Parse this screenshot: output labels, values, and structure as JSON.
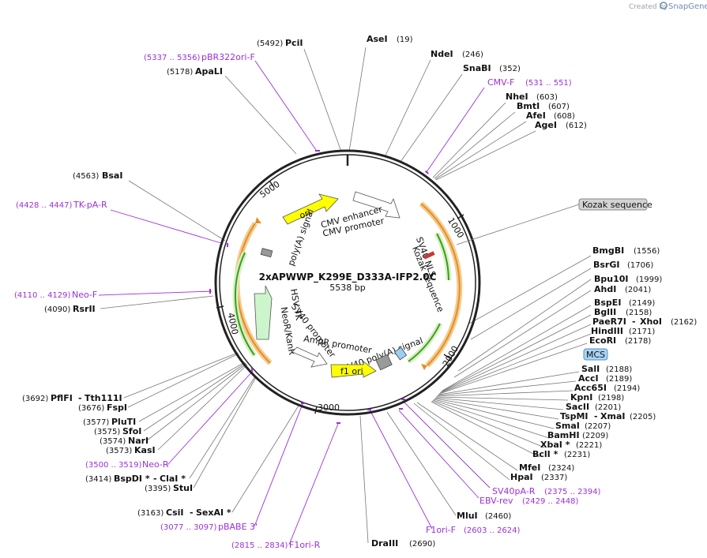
{
  "map": {
    "name": "2xAPWWP_K299E_D333A-IFP2.0C",
    "length": "5538 bp"
  },
  "credit": {
    "text": "Created by",
    "brand": "SnapGene"
  },
  "ticks": [
    "1000",
    "2000",
    "3000",
    "4000",
    "5000"
  ],
  "features": [
    {
      "key": "ori",
      "label": "ori"
    },
    {
      "key": "cmv_enh",
      "label": "CMV enhancer"
    },
    {
      "key": "cmv_pro",
      "label": "CMV promoter"
    },
    {
      "key": "sv40_nls",
      "label": "SV40 NLS"
    },
    {
      "key": "kozak",
      "label": "Kozak sequence"
    },
    {
      "key": "polya1",
      "label": "poly(A) signal"
    },
    {
      "key": "hsv",
      "label": "HSV TK"
    },
    {
      "key": "neo",
      "label": "NeoR/KanR"
    },
    {
      "key": "sv40pro",
      "label": "SV40 promoter"
    },
    {
      "key": "amppro",
      "label": "AmpR promoter"
    },
    {
      "key": "sv40pa",
      "label": "SV40 poly(A) signal"
    },
    {
      "key": "f1",
      "label": "f1 ori"
    }
  ],
  "boxed": [
    {
      "key": "kozak_box",
      "label": "Kozak sequence"
    },
    {
      "key": "mcs_box",
      "label": "MCS"
    }
  ],
  "sites": [
    {
      "key": "pci",
      "name": "PciI",
      "pos": "(5492)"
    },
    {
      "key": "ase",
      "name": "AseI",
      "pos": "(19)"
    },
    {
      "key": "nde",
      "name": "NdeI",
      "pos": "(246)"
    },
    {
      "key": "snab",
      "name": "SnaBI",
      "pos": "(352)"
    },
    {
      "key": "nhe",
      "name": "NheI",
      "pos": "(603)"
    },
    {
      "key": "bmt",
      "name": "BmtI",
      "pos": "(607)"
    },
    {
      "key": "afe",
      "name": "AfeI",
      "pos": "(608)"
    },
    {
      "key": "age",
      "name": "AgeI",
      "pos": "(612)"
    },
    {
      "key": "apal",
      "name": "ApaLI",
      "pos": "(5178)"
    },
    {
      "key": "bsa",
      "name": "BsaI",
      "pos": "(4563)"
    },
    {
      "key": "rsr",
      "name": "RsrII",
      "pos": "(4090)"
    },
    {
      "key": "bmgb",
      "name": "BmgBI",
      "pos": "(1556)"
    },
    {
      "key": "bsrg",
      "name": "BsrGI",
      "pos": "(1706)"
    },
    {
      "key": "bpu",
      "name": "Bpu10I",
      "pos": "(1999)"
    },
    {
      "key": "ahd",
      "name": "AhdI",
      "pos": "(2041)"
    },
    {
      "key": "bspe",
      "name": "BspEI",
      "pos": "(2149)"
    },
    {
      "key": "bgl",
      "name": "BglII",
      "pos": "(2158)"
    },
    {
      "key": "paer",
      "name": "PaeR7I",
      "pos": ""
    },
    {
      "key": "xho",
      "name": "XhoI",
      "pos": "(2162)"
    },
    {
      "key": "hind",
      "name": "HindIII",
      "pos": "(2171)"
    },
    {
      "key": "eco",
      "name": "EcoRI",
      "pos": "(2178)"
    },
    {
      "key": "sal",
      "name": "SalI",
      "pos": "(2188)"
    },
    {
      "key": "acc",
      "name": "AccI",
      "pos": "(2189)"
    },
    {
      "key": "acc65",
      "name": "Acc65I",
      "pos": "(2194)"
    },
    {
      "key": "kpn",
      "name": "KpnI",
      "pos": "(2198)"
    },
    {
      "key": "sac",
      "name": "SacII",
      "pos": "(2201)"
    },
    {
      "key": "tspm",
      "name": "TspMI",
      "pos": ""
    },
    {
      "key": "xma",
      "name": "XmaI",
      "pos": "(2205)"
    },
    {
      "key": "sma",
      "name": "SmaI",
      "pos": "(2207)"
    },
    {
      "key": "bamh",
      "name": "BamHI",
      "pos": "(2209)"
    },
    {
      "key": "xba",
      "name": "XbaI *",
      "pos": "(2221)"
    },
    {
      "key": "bcl",
      "name": "BclI *",
      "pos": "(2231)"
    },
    {
      "key": "mfe",
      "name": "MfeI",
      "pos": "(2324)"
    },
    {
      "key": "hpa",
      "name": "HpaI",
      "pos": "(2337)"
    },
    {
      "key": "mlu",
      "name": "MluI",
      "pos": "(2460)"
    },
    {
      "key": "dra",
      "name": "DraIII",
      "pos": "(2690)"
    },
    {
      "key": "csi",
      "name": "CsiI",
      "pos": "(3163)"
    },
    {
      "key": "sexa",
      "name": "SexAI *",
      "pos": ""
    },
    {
      "key": "stu",
      "name": "StuI",
      "pos": "(3395)"
    },
    {
      "key": "bspd",
      "name": "BspDI *",
      "pos": "(3414)"
    },
    {
      "key": "cla",
      "name": "ClaI *",
      "pos": ""
    },
    {
      "key": "kas",
      "name": "KasI",
      "pos": "(3573)"
    },
    {
      "key": "nar",
      "name": "NarI",
      "pos": "(3574)"
    },
    {
      "key": "sfo",
      "name": "SfoI",
      "pos": "(3575)"
    },
    {
      "key": "plut",
      "name": "PluTI",
      "pos": "(3577)"
    },
    {
      "key": "fsp",
      "name": "FspI",
      "pos": "(3676)"
    },
    {
      "key": "pfl",
      "name": "PflFI",
      "pos": "(3692)"
    },
    {
      "key": "tth",
      "name": "Tth111I",
      "pos": ""
    }
  ],
  "primers": [
    {
      "key": "pbr",
      "name": "pBR322ori-F",
      "pos": "(5337 .. 5356)"
    },
    {
      "key": "cmvf",
      "name": "CMV-F",
      "pos": "(531 .. 551)"
    },
    {
      "key": "tkpa",
      "name": "TK-pA-R",
      "pos": "(4428 .. 4447)"
    },
    {
      "key": "neof",
      "name": "Neo-F",
      "pos": "(4110 .. 4129)"
    },
    {
      "key": "neor",
      "name": "Neo-R",
      "pos": "(3500 .. 3519)"
    },
    {
      "key": "pbabe",
      "name": "pBABE 3'",
      "pos": "(3077 .. 3097)"
    },
    {
      "key": "f1r",
      "name": "F1ori-R",
      "pos": "(2815 .. 2834)"
    },
    {
      "key": "f1f",
      "name": "F1ori-F",
      "pos": "(2603 .. 2624)"
    },
    {
      "key": "ebv",
      "name": "EBV-rev",
      "pos": "(2429 .. 2448)"
    },
    {
      "key": "sv40pa_r",
      "name": "SV40pA-R",
      "pos": "(2375 .. 2394)"
    }
  ]
}
